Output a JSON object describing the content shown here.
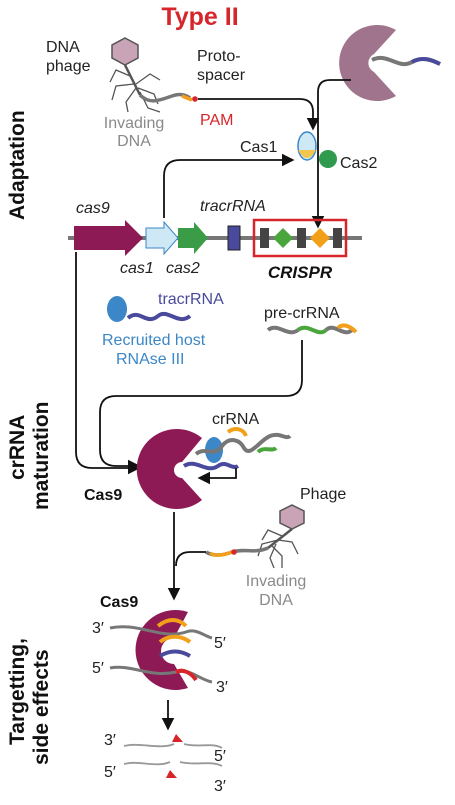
{
  "title": "Type II",
  "sections": {
    "adaptation": "Adaptation",
    "maturation_line1": "crRNA",
    "maturation_line2": "maturation",
    "targeting_line1": "Targetting,",
    "targeting_line2": "side effects"
  },
  "labels": {
    "dna_phage_1": "DNA",
    "dna_phage_2": "phage",
    "protospacer_1": "Proto-",
    "protospacer_2": "spacer",
    "invading_dna_1": "Invading",
    "invading_dna_2": "DNA",
    "pam": "PAM",
    "cas1": "Cas1",
    "cas2": "Cas2",
    "gene_cas9": "cas9",
    "gene_tracrrna": "tracrRNA",
    "gene_cas1": "cas1",
    "gene_cas2": "cas2",
    "crispr": "CRISPR",
    "tracrrna": "tracrRNA",
    "rnase_1": "Recruited host",
    "rnase_2": "RNAse III",
    "pre_crrna": "pre-crRNA",
    "crrna": "crRNA",
    "cas9_complex": "Cas9",
    "phage": "Phage",
    "invading_dna2_1": "Invading",
    "invading_dna2_2": "DNA",
    "cas9_target": "Cas9",
    "end_3_top": "3′",
    "end_5_top": "5′",
    "end_5_mid": "5′",
    "end_3_mid": "3′",
    "cut_3_top": "3′",
    "cut_5_top": "5′",
    "cut_5_bot": "5′",
    "cut_3_bot": "3′"
  },
  "colors": {
    "title": "#d7262b",
    "pam": "#d7262b",
    "cas9": "#8e1a55",
    "cas9_top": "#a0748c",
    "cas1": "#cfe8f5",
    "cas2": "#2e9b4f",
    "tracr": "#4a4a9c",
    "rnase": "#3b87c8",
    "crispr_box": "#d7262b",
    "orange": "#f2a019",
    "green": "#4aa63c",
    "gray_dna": "#777777",
    "red_cut": "#d7262b"
  }
}
